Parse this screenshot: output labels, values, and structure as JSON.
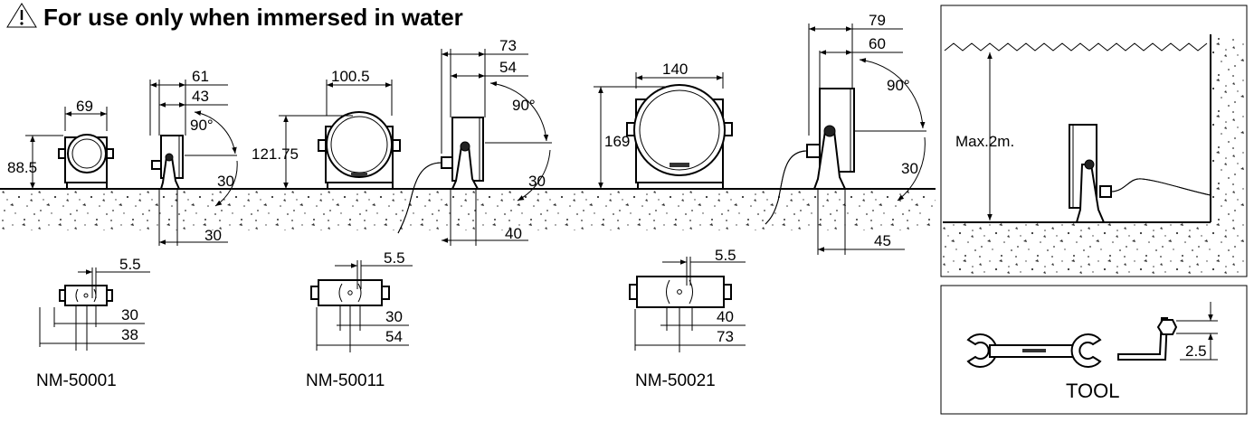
{
  "warning": {
    "icon": "warning-triangle-icon",
    "text": "For use only when immersed in water"
  },
  "models": [
    {
      "name": "NM-50001",
      "width": "69",
      "height": "88.5",
      "side_total": "61",
      "side_inner": "43",
      "angle": "90°",
      "tilt": "30",
      "base_depth": "30",
      "bottom_gap": "5.5",
      "bottom_inner": "30",
      "bottom_outer": "38"
    },
    {
      "name": "NM-50011",
      "width": "100.5",
      "height": "121.75",
      "side_total": "73",
      "side_inner": "54",
      "angle": "90°",
      "tilt": "30",
      "base_depth": "40",
      "bottom_gap": "5.5",
      "bottom_inner": "30",
      "bottom_outer": "54"
    },
    {
      "name": "NM-50021",
      "width": "140",
      "height": "169",
      "side_total": "79",
      "side_inner": "60",
      "angle": "90°",
      "tilt": "30",
      "base_depth": "45",
      "bottom_gap": "5.5",
      "bottom_inner": "40",
      "bottom_outer": "73"
    }
  ],
  "install_panel": {
    "depth_label": "Max.2m."
  },
  "tool_panel": {
    "label": "TOOL",
    "hex_size": "2.5"
  }
}
